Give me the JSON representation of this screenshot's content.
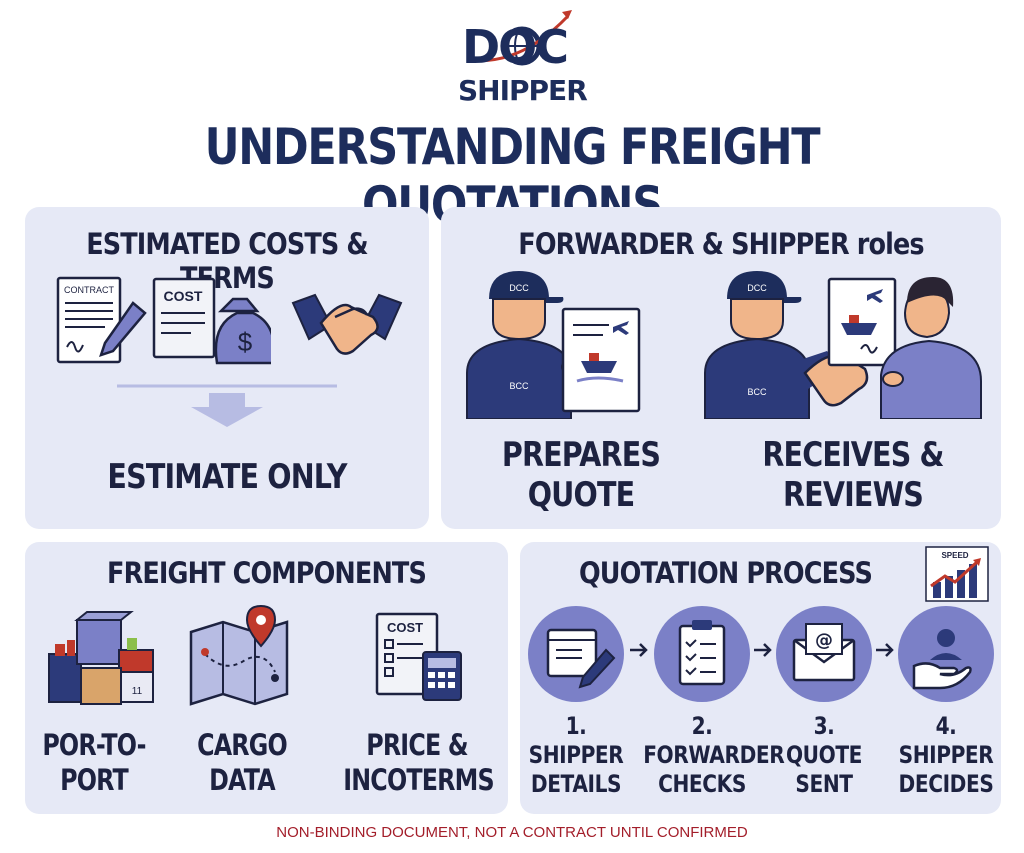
{
  "logo": {
    "line1": "DOC",
    "line2": "SHIPPER"
  },
  "title": "UNDERSTANDING FREIGHT QUOTATIONS",
  "panels": {
    "estimated": {
      "title": "ESTIMATED COSTS & TERMS",
      "contract_label": "CONTRACT",
      "cost_label": "COST",
      "result": "ESTIMATE ONLY"
    },
    "roles": {
      "title": "FORWARDER & SHIPPER roles",
      "cap_logo": "DCC",
      "badge": "BCC",
      "role1": [
        "PREPARES",
        "QUOTE"
      ],
      "role2": [
        "RECEIVES &",
        "REVIEWS"
      ]
    },
    "components": {
      "title": "FREIGHT COMPONENTS",
      "cost_label": "COST",
      "items": [
        [
          "POR-TO-",
          "PORT"
        ],
        [
          "CARGO",
          "DATA"
        ],
        [
          "PRICE &",
          "INCOTERMS"
        ]
      ]
    },
    "process": {
      "title": "QUOTATION PROCESS",
      "speed_label": "SPEED",
      "steps": [
        [
          "1.",
          "SHIPPER",
          "DETAILS"
        ],
        [
          "2.",
          "FORWARDER",
          "CHECKS"
        ],
        [
          "3.",
          "QUOTE",
          "SENT"
        ],
        [
          "4.",
          "SHIPPER",
          "DECIDES"
        ]
      ]
    }
  },
  "footer": "NON-BINDING DOCUMENT, NOT A CONTRACT UNTIL CONFIRMED",
  "colors": {
    "navy": "#1d2d5c",
    "panel": "#e6e9f6",
    "accent_red": "#c0392b",
    "circle": "#7b80c7"
  }
}
